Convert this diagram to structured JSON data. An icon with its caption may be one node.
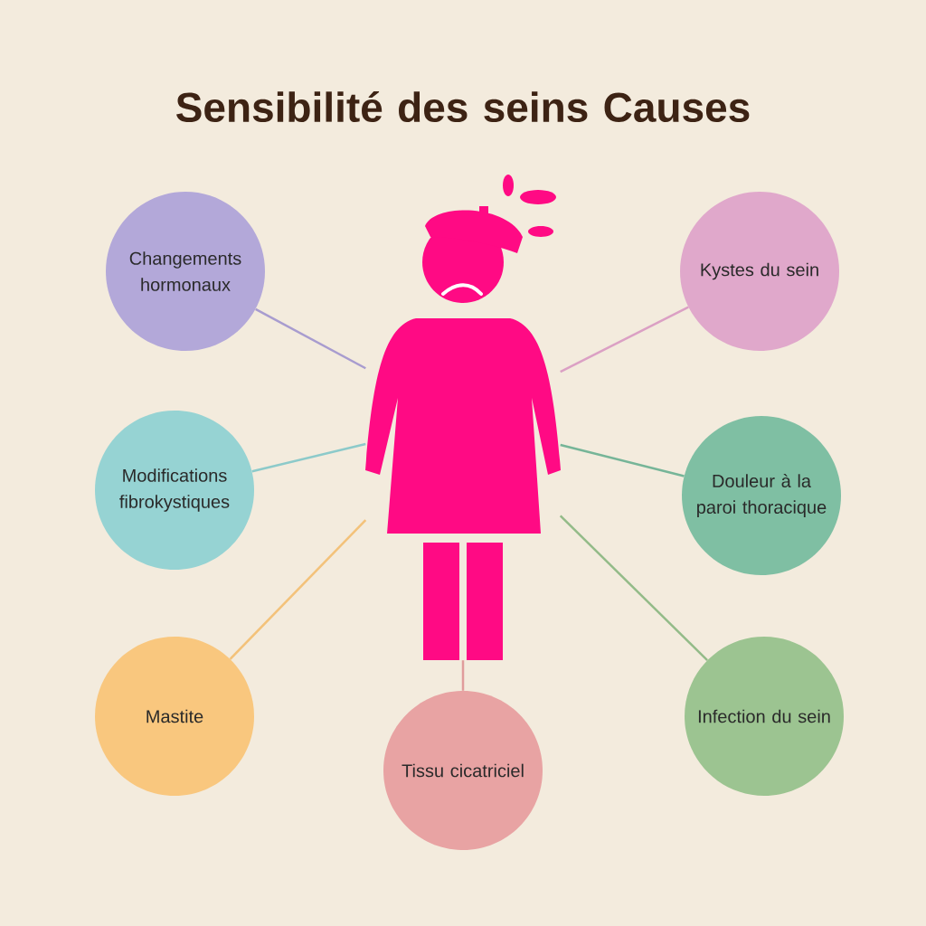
{
  "diagram": {
    "title": "Sensibilité des seins Causes",
    "nodes": [
      {
        "text": [],
        "shape": "person"
      },
      {
        "text": [
          "Changements hormonaux"
        ]
      },
      {
        "text": [
          "Kystes du sein"
        ]
      },
      {
        "text": [
          "Modifications fibrokystiques"
        ]
      },
      {
        "text": [
          "Douleur à la paroi thoracique"
        ]
      },
      {
        "text": [
          "Mastite"
        ]
      },
      {
        "text": [
          "Tissu cicatriciel"
        ]
      },
      {
        "text": [
          "Infection du sein"
        ]
      }
    ],
    "edges": [
      {
        "from": 1,
        "to": 0,
        "arrow": "none",
        "color": "#a89ccf"
      },
      {
        "from": 2,
        "to": 0,
        "arrow": "none",
        "color": "#dba0c4"
      },
      {
        "from": 3,
        "to": 0,
        "arrow": "none",
        "color": "#8ccaca"
      },
      {
        "from": 4,
        "to": 0,
        "arrow": "none",
        "color": "#76b598"
      },
      {
        "from": 5,
        "to": 0,
        "arrow": "none",
        "color": "#f3c27a"
      },
      {
        "from": 6,
        "to": 0,
        "arrow": "none",
        "color": "#e09c9c"
      },
      {
        "from": 7,
        "to": 0,
        "arrow": "none",
        "color": "#93bb88"
      }
    ]
  }
}
